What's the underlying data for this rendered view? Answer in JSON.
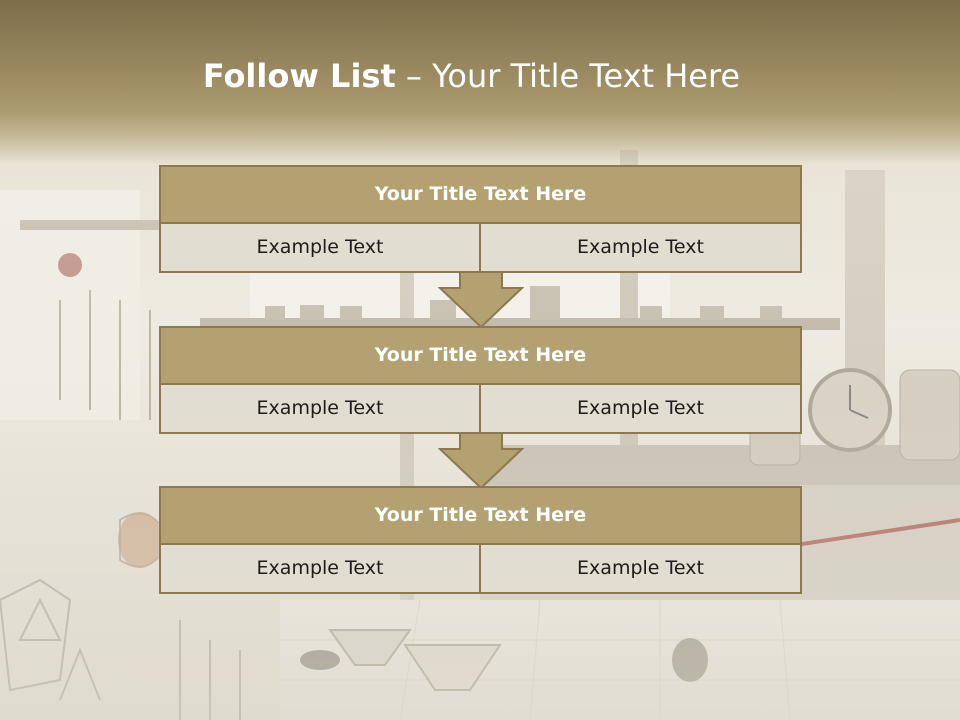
{
  "slide": {
    "title_bold": "Follow List",
    "title_rest": " – Your Title Text Here",
    "colors": {
      "header_gold": "#b4a172",
      "border_brown": "#8c7a4e",
      "cell_bg": "#e2ddd1",
      "title_bar_top": "#7d6e4a"
    }
  },
  "blocks": [
    {
      "title": "Your Title Text Here",
      "left_text": "Example Text",
      "right_text": "Example Text"
    },
    {
      "title": "Your Title Text Here",
      "left_text": "Example Text",
      "right_text": "Example Text"
    },
    {
      "title": "Your Title Text Here",
      "left_text": "Example Text",
      "right_text": "Example Text"
    }
  ],
  "background": {
    "icon": "laboratory-glassware-photo"
  }
}
